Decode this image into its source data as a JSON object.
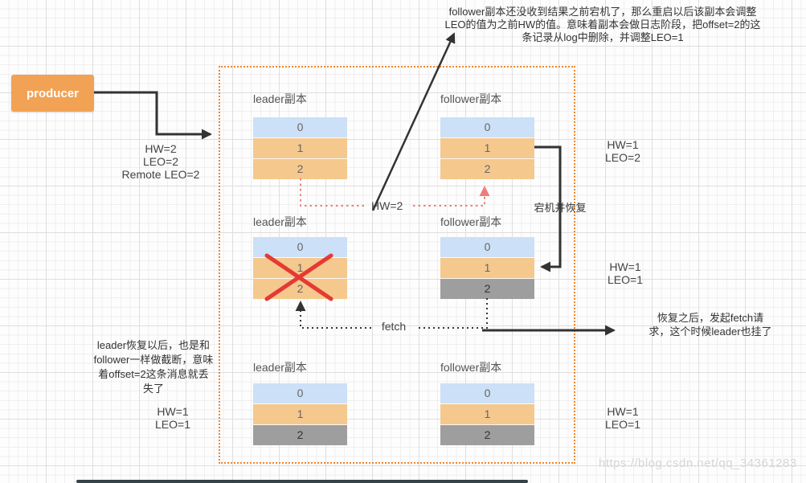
{
  "colors": {
    "accent_orange": "#f0862c",
    "producer_bg": "#f2a254",
    "row_blue": "#cce0f7",
    "row_orange": "#f5c88e",
    "row_gray": "#9e9e9e",
    "dotted_pink": "#f07c7c",
    "cross_red": "#e53935",
    "arrow_black": "#333333",
    "watermark": "#d6d6d6"
  },
  "producer": {
    "label": "producer"
  },
  "annotations": {
    "top_note": "follower副本还没收到结果之前宕机了，那么重启以后该副本会调整\nLEO的值为之前HW的值。意味着副本会做日志阶段，把offset=2的这\n条记录从log中删除，并调整LEO=1",
    "left_stats": "HW=2\nLEO=2\nRemote LEO=2",
    "hw2_line_label": "HW=2",
    "crash_recover": "宕机并恢复",
    "right_stats_top": "HW=1\nLEO=2",
    "right_stats_mid": "HW=1\nLEO=1",
    "right_stats_bottom": "HW=1\nLEO=1",
    "fetch_label": "fetch",
    "recover_fetch_note": "恢复之后，发起fetch请\n求，这个时候leader也挂了",
    "bottom_left_note": "leader恢复以后，也是和\nfollower一样做截断，意味\n着offset=2这条消息就丢\n失了",
    "bottom_left_stats": "HW=1\nLEO=1",
    "watermark": "https://blog.csdn.net/qq_34361283"
  },
  "tables": [
    {
      "label": "leader副本",
      "rows": [
        {
          "value": "0",
          "color": "blue"
        },
        {
          "value": "1",
          "color": "orange"
        },
        {
          "value": "2",
          "color": "orange"
        }
      ]
    },
    {
      "label": "follower副本",
      "rows": [
        {
          "value": "0",
          "color": "blue"
        },
        {
          "value": "1",
          "color": "orange"
        },
        {
          "value": "2",
          "color": "orange"
        }
      ]
    },
    {
      "label": "leader副本",
      "crossed_out": true,
      "rows": [
        {
          "value": "0",
          "color": "blue"
        },
        {
          "value": "1",
          "color": "orange"
        },
        {
          "value": "2",
          "color": "orange"
        }
      ]
    },
    {
      "label": "follower副本",
      "rows": [
        {
          "value": "0",
          "color": "blue"
        },
        {
          "value": "1",
          "color": "orange"
        },
        {
          "value": "2",
          "color": "gray"
        }
      ]
    },
    {
      "label": "leader副本",
      "rows": [
        {
          "value": "0",
          "color": "blue"
        },
        {
          "value": "1",
          "color": "orange"
        },
        {
          "value": "2",
          "color": "gray"
        }
      ]
    },
    {
      "label": "follower副本",
      "rows": [
        {
          "value": "0",
          "color": "blue"
        },
        {
          "value": "1",
          "color": "orange"
        },
        {
          "value": "2",
          "color": "gray"
        }
      ]
    }
  ]
}
